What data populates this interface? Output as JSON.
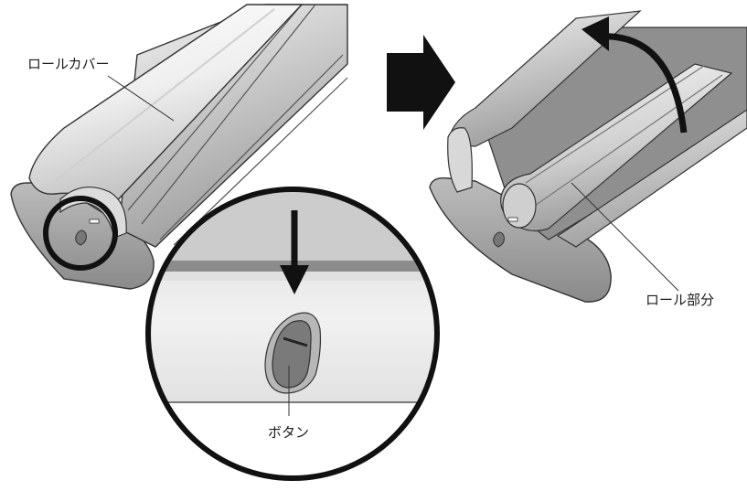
{
  "labels": {
    "roll_cover": "ロールカバー",
    "roll_part": "ロール部分",
    "button": "ボタン"
  }
}
